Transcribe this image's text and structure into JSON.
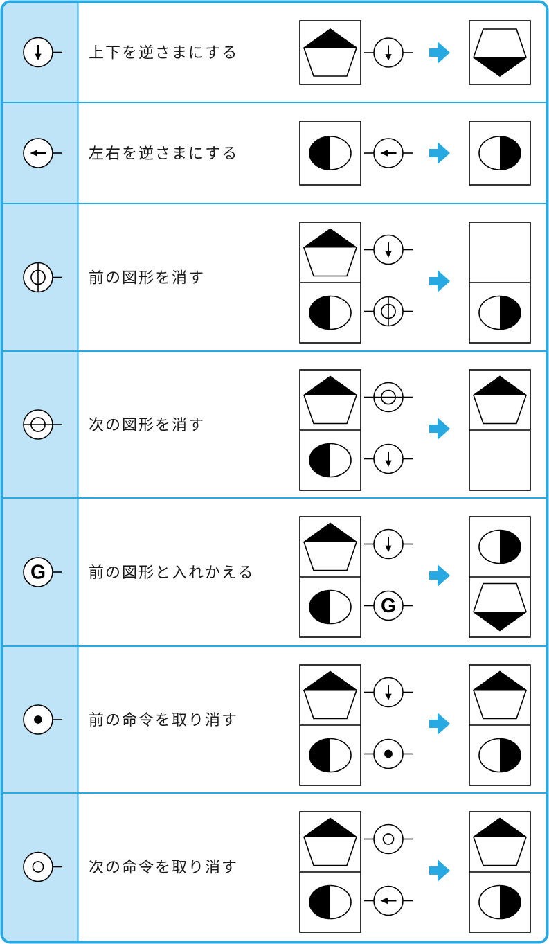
{
  "colors": {
    "frame": "#29a9e1",
    "icon_column": "#bfe3f7",
    "arrow": "#29a9e1",
    "line": "#000000"
  },
  "legend": {
    "rows": [
      {
        "symbol": "flip-vertical",
        "label": "上下を逆さまにする",
        "input": {
          "top": "pentagon-up",
          "top_op": "flip-vertical"
        },
        "result": [
          "pentagon-down"
        ]
      },
      {
        "symbol": "flip-horizontal",
        "label": "左右を逆さまにする",
        "input": {
          "top": "ellipse-left",
          "top_op": "flip-horizontal"
        },
        "result": [
          "ellipse-right"
        ]
      },
      {
        "symbol": "delete-previous",
        "label": "前の図形を消す",
        "input": {
          "top": "pentagon-up",
          "top_op": "flip-vertical",
          "bottom": "ellipse-left",
          "bottom_op": "delete-previous"
        },
        "result": [
          "empty",
          "ellipse-right"
        ]
      },
      {
        "symbol": "delete-next",
        "label": "次の図形を消す",
        "input": {
          "top": "pentagon-up",
          "top_op": "delete-next",
          "bottom": "ellipse-left",
          "bottom_op": "flip-vertical"
        },
        "result": [
          "pentagon-up",
          "empty"
        ]
      },
      {
        "symbol": "swap-previous",
        "glyph": "G",
        "label": "前の図形と入れかえる",
        "input": {
          "top": "pentagon-up",
          "top_op": "flip-vertical",
          "bottom": "ellipse-left",
          "bottom_op": "swap-previous"
        },
        "result": [
          "ellipse-right",
          "pentagon-down"
        ]
      },
      {
        "symbol": "cancel-previous",
        "label": "前の命令を取り消す",
        "input": {
          "top": "pentagon-up",
          "top_op": "flip-vertical",
          "bottom": "ellipse-left",
          "bottom_op": "cancel-previous"
        },
        "result": [
          "pentagon-up",
          "ellipse-right"
        ]
      },
      {
        "symbol": "cancel-next",
        "label": "次の命令を取り消す",
        "input": {
          "top": "pentagon-up",
          "top_op": "cancel-next",
          "bottom": "ellipse-left",
          "bottom_op": "flip-horizontal"
        },
        "result": [
          "pentagon-up",
          "ellipse-right"
        ]
      }
    ]
  }
}
